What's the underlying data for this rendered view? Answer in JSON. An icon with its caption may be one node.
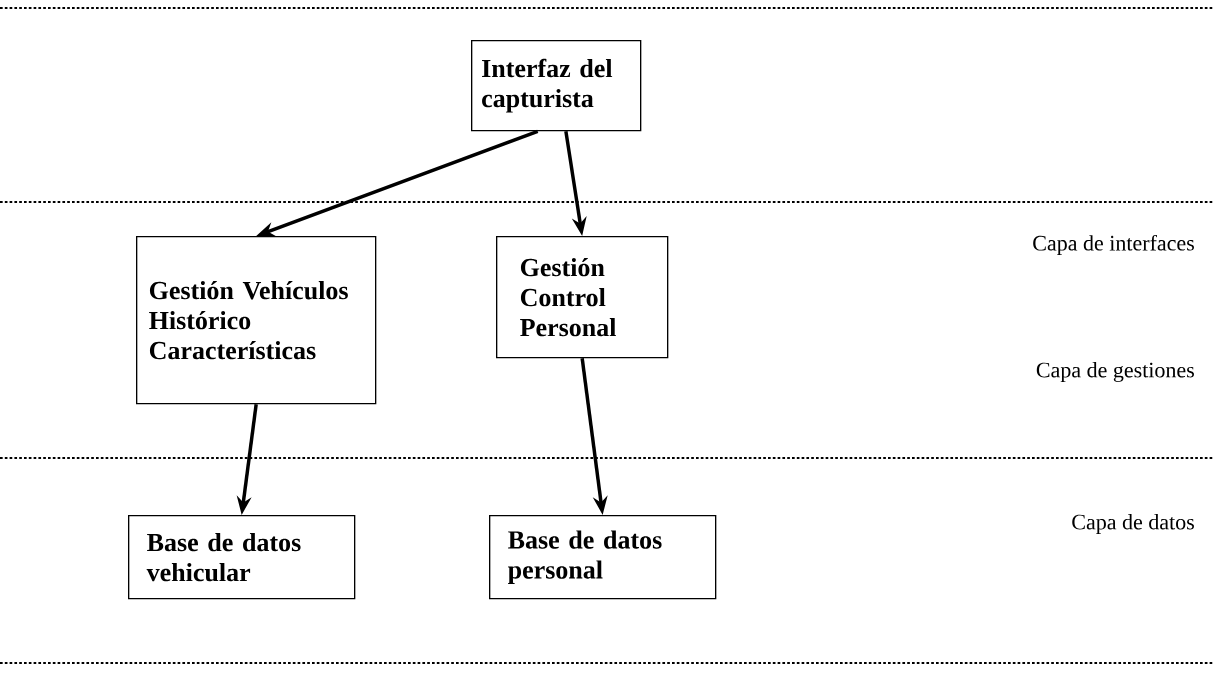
{
  "diagram": {
    "nodes": [
      {
        "text": [
          "Interfaz del capturista"
        ]
      },
      {
        "text": [
          "Gestión Vehículos Histórico Características"
        ]
      },
      {
        "text": [
          "Gestión Control Personal"
        ]
      },
      {
        "text": [
          "Base de datos vehicular"
        ]
      },
      {
        "text": [
          "Base de datos personal"
        ]
      }
    ],
    "edges": [
      {
        "from": 0,
        "to": 1,
        "arrow": "to"
      },
      {
        "from": 0,
        "to": 2,
        "arrow": "to"
      },
      {
        "from": 1,
        "to": 3,
        "arrow": "to"
      },
      {
        "from": 2,
        "to": 4,
        "arrow": "to"
      }
    ],
    "labels": [
      "Capa de interfaces",
      "Capa de gestiones",
      "Capa de datos"
    ]
  }
}
